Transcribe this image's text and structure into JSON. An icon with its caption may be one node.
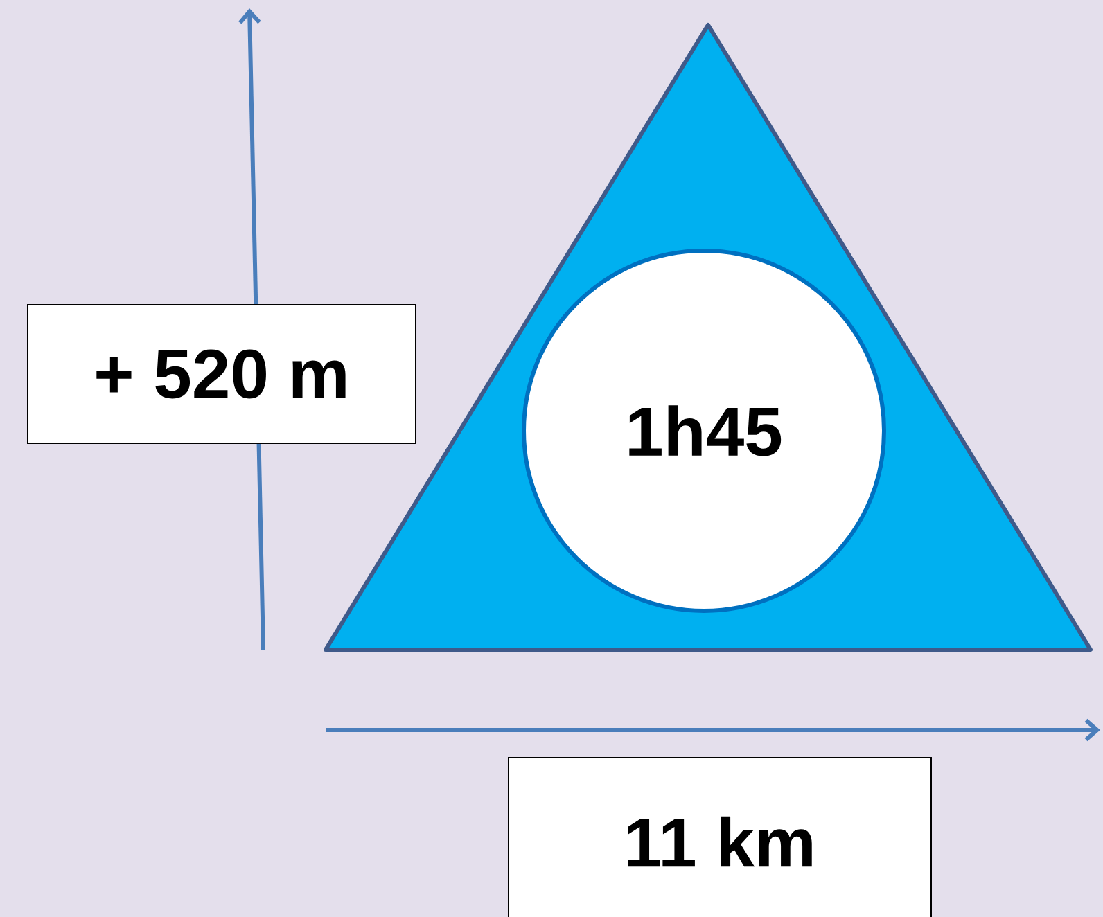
{
  "diagram": {
    "nodes": [
      {
        "text": [],
        "shape": "triangle"
      },
      {
        "text": [
          "1h45"
        ],
        "in": 0
      },
      {
        "text": [
          "+ 520 m"
        ]
      },
      {
        "text": [
          "11 km"
        ]
      }
    ]
  }
}
